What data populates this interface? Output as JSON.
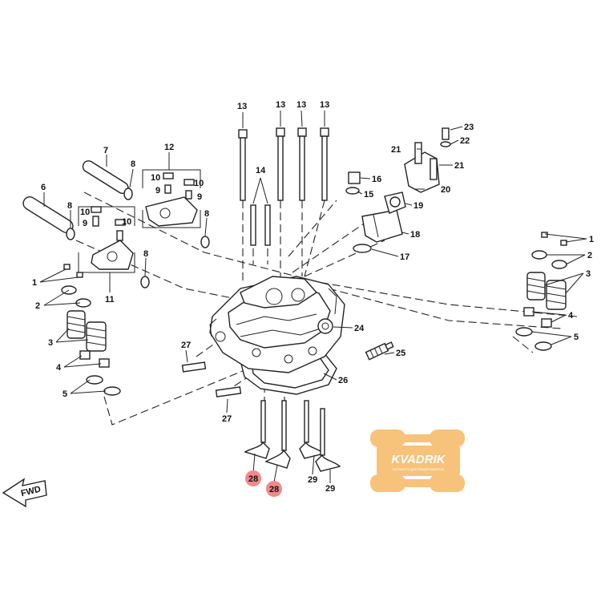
{
  "diagram": {
    "labels": {
      "l1a": "1",
      "l1b": "1",
      "l2a": "2",
      "l2b": "2",
      "l3a": "3",
      "l3b": "3",
      "l4a": "4",
      "l4b": "4",
      "l5a": "5",
      "l5b": "5",
      "l6": "6",
      "l7": "7",
      "l8a": "8",
      "l8b": "8",
      "l8c": "8",
      "l8d": "8",
      "l9a": "9",
      "l9b": "9",
      "l9c": "9",
      "l10a": "10",
      "l10b": "10",
      "l10c": "10",
      "l11": "11",
      "l12": "12",
      "l13a": "13",
      "l13b": "13",
      "l13c": "13",
      "l13d": "13",
      "l14": "14",
      "l15": "15",
      "l16": "16",
      "l17": "17",
      "l18": "18",
      "l19": "19",
      "l20": "20",
      "l21a": "21",
      "l21b": "21",
      "l22": "22",
      "l23": "23",
      "l24": "24",
      "l25": "25",
      "l26": "26",
      "l27a": "27",
      "l27b": "27",
      "l28a": "28",
      "l28b": "28",
      "l29a": "29",
      "l29b": "29"
    },
    "fwd_label": "FWD",
    "highlight_color": "#f08a8a",
    "watermark": {
      "text": "KVADRIK",
      "subtext": "ЗАПЧАСТИ ДЛЯ КВАДРОЦИКЛОВ",
      "color": "#f7c27a"
    }
  }
}
